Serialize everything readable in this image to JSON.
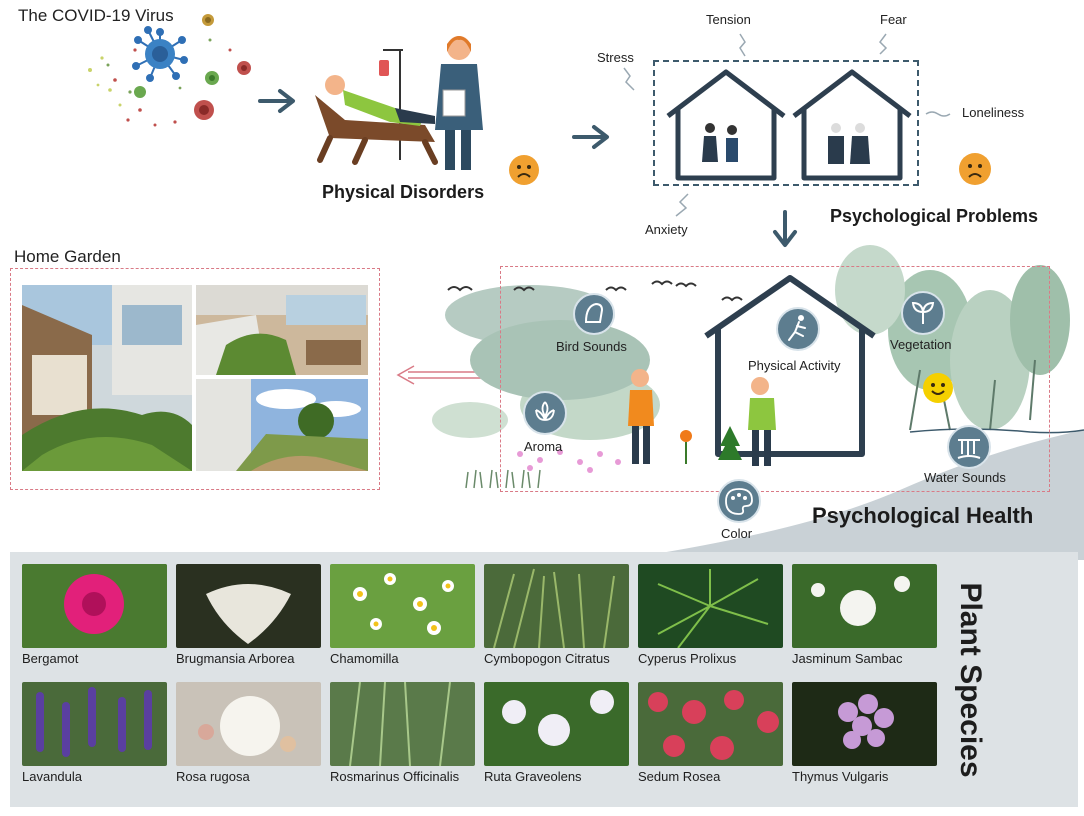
{
  "top": {
    "virus_label": "The COVID-19 Virus",
    "physical_disorders": "Physical Disorders",
    "psychological_problems": "Psychological Problems",
    "stress": "Stress",
    "tension": "Tension",
    "fear": "Fear",
    "loneliness": "Loneliness",
    "anxiety": "Anxiety"
  },
  "garden": {
    "home_garden": "Home Garden",
    "psychological_health": "Psychological Health",
    "bird_sounds": "Bird Sounds",
    "physical_activity": "Physical Activity",
    "vegetation": "Vegetation",
    "aroma": "Aroma",
    "water_sounds": "Water Sounds",
    "color": "Color"
  },
  "plants": {
    "title": "Plant Species",
    "row1": [
      "Bergamot",
      "Brugmansia Arborea",
      "Chamomilla",
      "Cymbopogon Citratus",
      "Cyperus Prolixus",
      "Jasminum Sambac"
    ],
    "row2": [
      "Lavandula",
      "Rosa rugosa",
      "Rosmarinus Officinalis",
      "Ruta Graveolens",
      "Sedum Rosea",
      "Thymus Vulgaris"
    ]
  },
  "colors": {
    "arrow": "#3d5a6c",
    "house": "#2e3f4f",
    "dashed_red": "#d97a86",
    "icon": "#5d7d8f",
    "sad_face": "#f0a030",
    "happy_face": "#f5d000",
    "panel": "#dde2e5"
  }
}
